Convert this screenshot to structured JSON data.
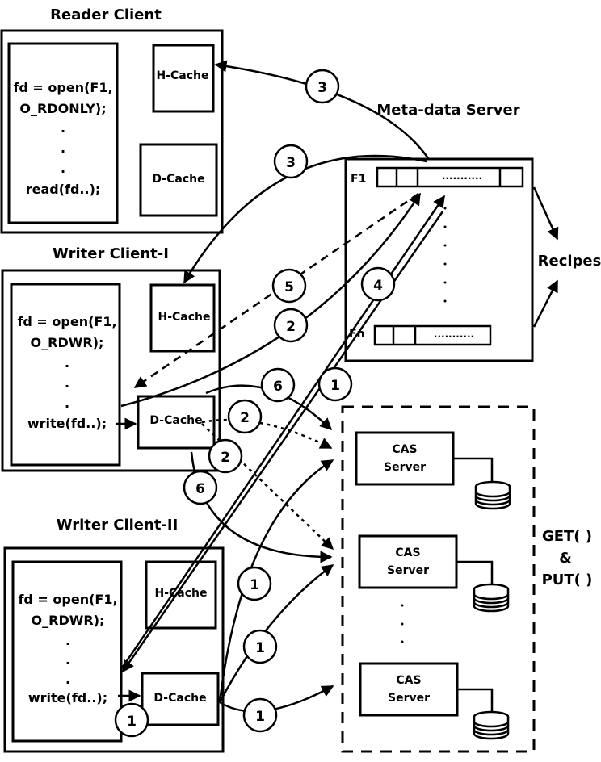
{
  "reader_client": {
    "title": "Reader Client",
    "code": [
      "fd = open(F1,",
      "O_RDONLY);",
      ".",
      ".",
      ".",
      "read(fd..);"
    ],
    "h_cache": "H-Cache",
    "d_cache": "D-Cache"
  },
  "writer_client_1": {
    "title": "Writer Client-I",
    "code": [
      "fd = open(F1,",
      "O_RDWR);",
      ".",
      ".",
      ".",
      "write(fd..);"
    ],
    "h_cache": "H-Cache",
    "d_cache": "D-Cache"
  },
  "writer_client_2": {
    "title": "Writer Client-II",
    "code": [
      "fd = open(F1,",
      "O_RDWR);",
      ".",
      ".",
      ".",
      "write(fd..);"
    ],
    "h_cache": "H-Cache",
    "d_cache": "D-Cache"
  },
  "metadata_server": {
    "title": "Meta-data Server",
    "row_first": "F1",
    "row_last": "Fn",
    "row_fill": "...........",
    "recipes_label": "Recipes"
  },
  "cas_cluster": {
    "servers": [
      {
        "line1": "CAS",
        "line2": "Server"
      },
      {
        "line1": "CAS",
        "line2": "Server"
      },
      {
        "line1": "CAS",
        "line2": "Server"
      }
    ],
    "ops_label": [
      "GET( )",
      "&",
      "PUT( )"
    ]
  },
  "steps": {
    "s3a": "3",
    "s3b": "3",
    "s5": "5",
    "s2a": "2",
    "s4": "4",
    "s6a": "6",
    "s1a": "1",
    "s2b": "2",
    "s2c": "2",
    "s6b": "6",
    "s1b": "1",
    "s1c": "1",
    "s1d": "1",
    "s1e": "1"
  }
}
